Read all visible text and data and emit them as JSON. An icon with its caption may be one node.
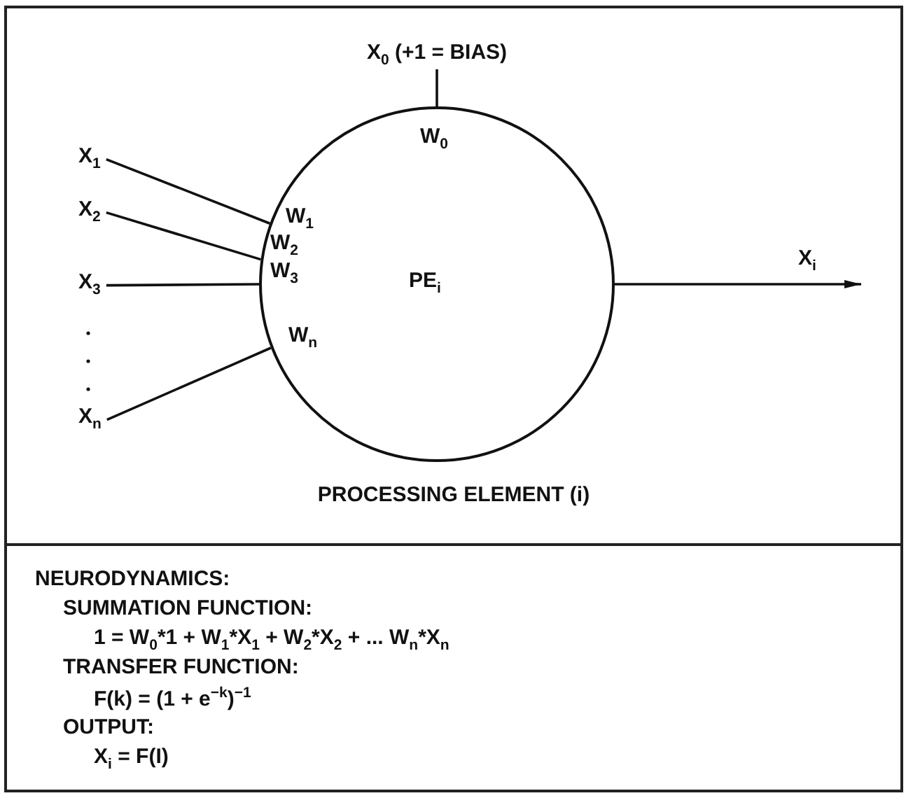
{
  "diagram": {
    "nodes": [
      {
        "text": [
          "PROCESSING ELEMENT (i)"
        ]
      },
      {
        "text": [
          "X$_{0}$ (+1 = BIAS)"
        ],
        "in": 0
      },
      {
        "text": [
          "W$_{0}$",
          "W$_{1}$",
          "W$_{2}$",
          "W$_{3}$",
          "PE$_{i}$",
          "W$_{n}$"
        ],
        "in": 0
      },
      {
        "text": [
          "X$_{1}$"
        ],
        "in": 0
      },
      {
        "text": [
          "X$_{2}$"
        ],
        "in": 0
      },
      {
        "text": [
          "X$_{3}$"
        ],
        "in": 0
      },
      {
        "text": [
          "X$_{n}$"
        ],
        "in": 0
      },
      {
        "text": [
          "NEURODYNAMICS:",
          "SUMMATION FUNCTION:",
          "1 = W$_{0}$*1 + W$_{1}$*X$_{1}$ + W$_{2}$*X$_{2}$ + ... W$_{n}$*X$_{n}$",
          "TRANSFER FUNCTION:",
          "F(k) = (1 + e$^{−k}$)$^{−1}$",
          "OUTPUT:",
          "X$_{i}$ = F(I)"
        ]
      }
    ],
    "edges": [
      {
        "from": 1,
        "to": 2,
        "arrow": "none"
      },
      {
        "from": 3,
        "to": 2,
        "arrow": "none"
      },
      {
        "from": 4,
        "to": 2,
        "arrow": "none"
      },
      {
        "from": 5,
        "to": 2,
        "arrow": "none"
      },
      {
        "from": 6,
        "to": 2,
        "arrow": "none"
      },
      {
        "from": 2,
        "to": null,
        "arrow": "to",
        "label": "X$_{i}$"
      }
    ]
  }
}
